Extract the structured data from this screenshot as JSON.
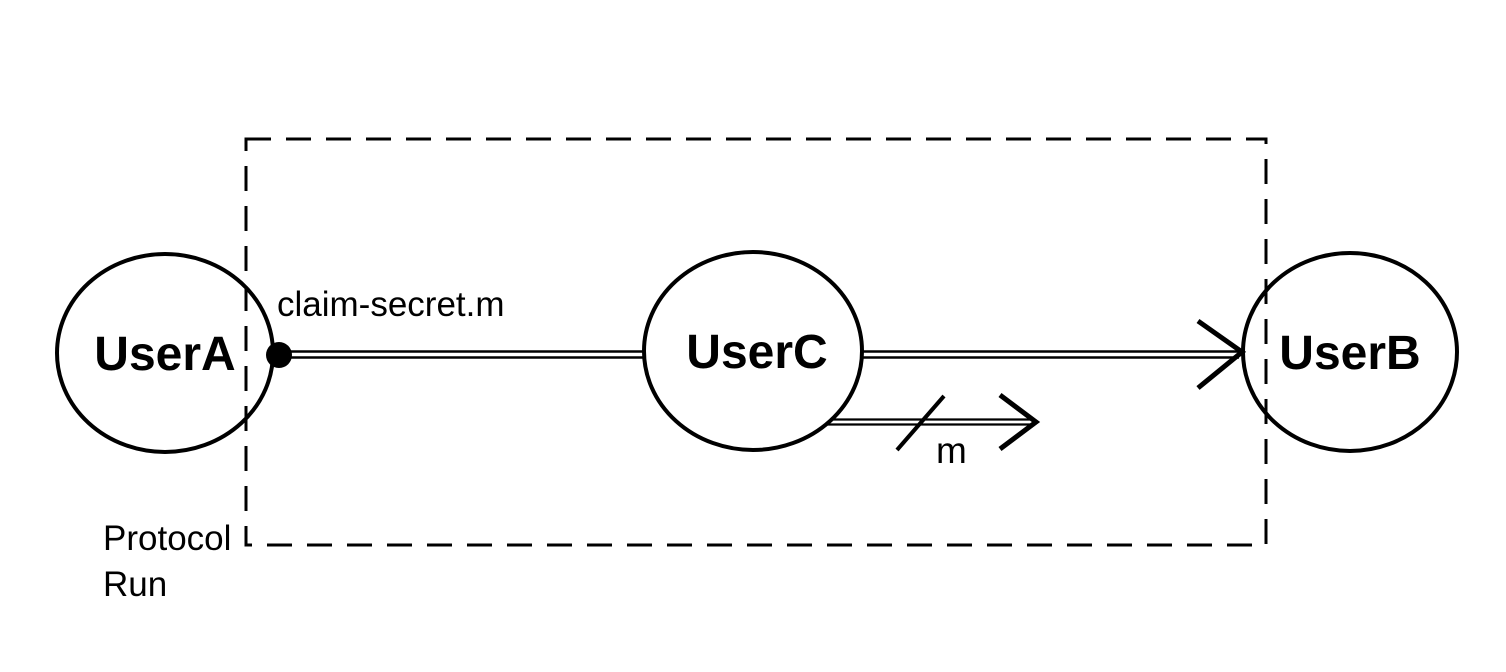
{
  "diagram": {
    "type": "protocol-message-sequence-diagram",
    "colors": {
      "ink": "#000000",
      "background": "#ffffff"
    },
    "boundary": {
      "label_line1": "Protocol",
      "label_line2": "Run",
      "style": "dashed-rectangle"
    },
    "nodes": [
      {
        "label": "UserA",
        "position": "left"
      },
      {
        "label": "UserC",
        "position": "center"
      },
      {
        "label": "UserB",
        "position": "right"
      }
    ],
    "edges": [
      {
        "label": "claim-secret.m",
        "from": "UserA",
        "to": "UserB",
        "via": "UserC",
        "line_style": "double-line",
        "origin_marker": "filled-dot",
        "arrowhead": "open-v"
      },
      {
        "label": "m",
        "from": "UserC",
        "direction": "right",
        "line_style": "double-line",
        "modifier": "slash-crossed",
        "arrowhead": "open-v"
      }
    ]
  }
}
